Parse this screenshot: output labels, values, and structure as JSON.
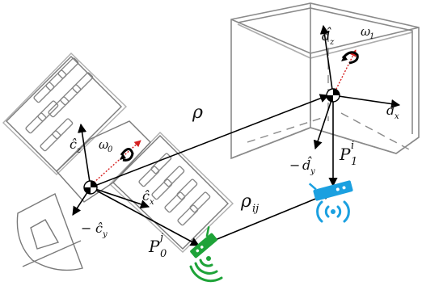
{
  "labels": {
    "rho": "ρ",
    "rho_ij_base": "ρ",
    "rho_ij_sub": "ij",
    "omega0_base": "ω",
    "omega0_sub": "0",
    "omega1_base": "ω",
    "omega1_sub": "1",
    "cz_base": "ĉ",
    "cz_sub": "z",
    "cx_base": "ĉ",
    "cx_sub": "x",
    "cy_prefix": "−",
    "cy_base": "ĉ",
    "cy_sub": "y",
    "dz_base": "d̂",
    "dz_sub": "z",
    "dx_base": "d̂",
    "dx_sub": "x",
    "dy_prefix": "−",
    "dy_base": "d̂",
    "dy_sub": "y",
    "P0_base": "P",
    "P0_sub": "0",
    "P0_sup": "j",
    "P1_base": "P",
    "P1_sub": "1",
    "P1_sup": "i"
  },
  "colors": {
    "line": "#000000",
    "outline": "#7a7a7a",
    "box": "#8a8a8a",
    "green_antenna": "#1ea338",
    "blue_antenna": "#1ba0e0",
    "rotation_arrow": "#d62020"
  },
  "icons": {
    "rotation_arrow_0": "curved-rotation-arrow-icon",
    "rotation_arrow_1": "curved-rotation-arrow-icon",
    "antenna_green": "antenna-icon",
    "antenna_blue": "antenna-icon",
    "com_marker": "center-of-mass-icon"
  }
}
